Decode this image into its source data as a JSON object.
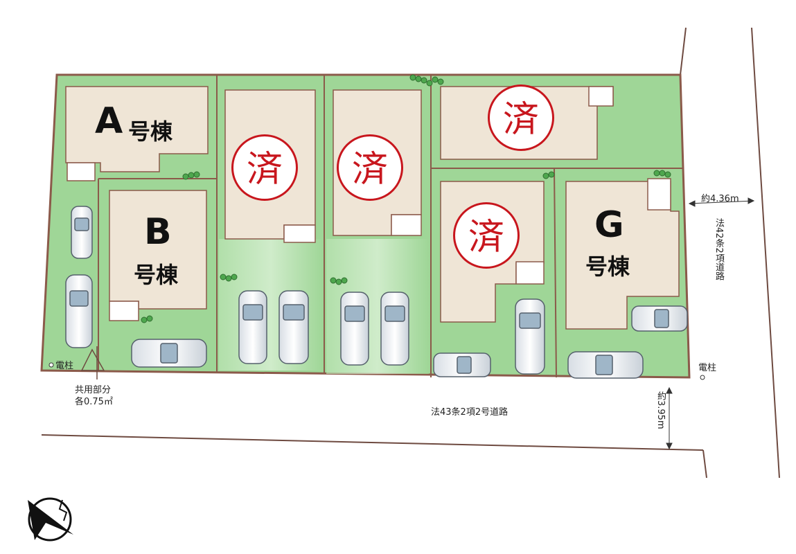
{
  "lots": {
    "a": {
      "letter": "A",
      "suffix": "号棟"
    },
    "b": {
      "letter": "B",
      "suffix": "号棟"
    },
    "g": {
      "letter": "G",
      "suffix": "号棟"
    }
  },
  "sold_stamp": "済",
  "labels": {
    "utility_pole_left": "電柱",
    "utility_pole_right": "電柱",
    "shared_area_line1": "共用部分",
    "shared_area_line2": "各0.75㎡",
    "front_road": "法43条2項2号道路",
    "side_road_width": "約4.36m",
    "side_road": "法42条2項道路",
    "front_road_width": "約3.95m"
  },
  "colors": {
    "lot_green": "#a8dca0",
    "building_beige": "#efe5d6",
    "outline": "#8b5a4a",
    "stamp_red": "#c8161d"
  },
  "icons": {
    "compass": "north-arrow-icon",
    "car": "car-icon",
    "shrub": "shrub-icon"
  }
}
